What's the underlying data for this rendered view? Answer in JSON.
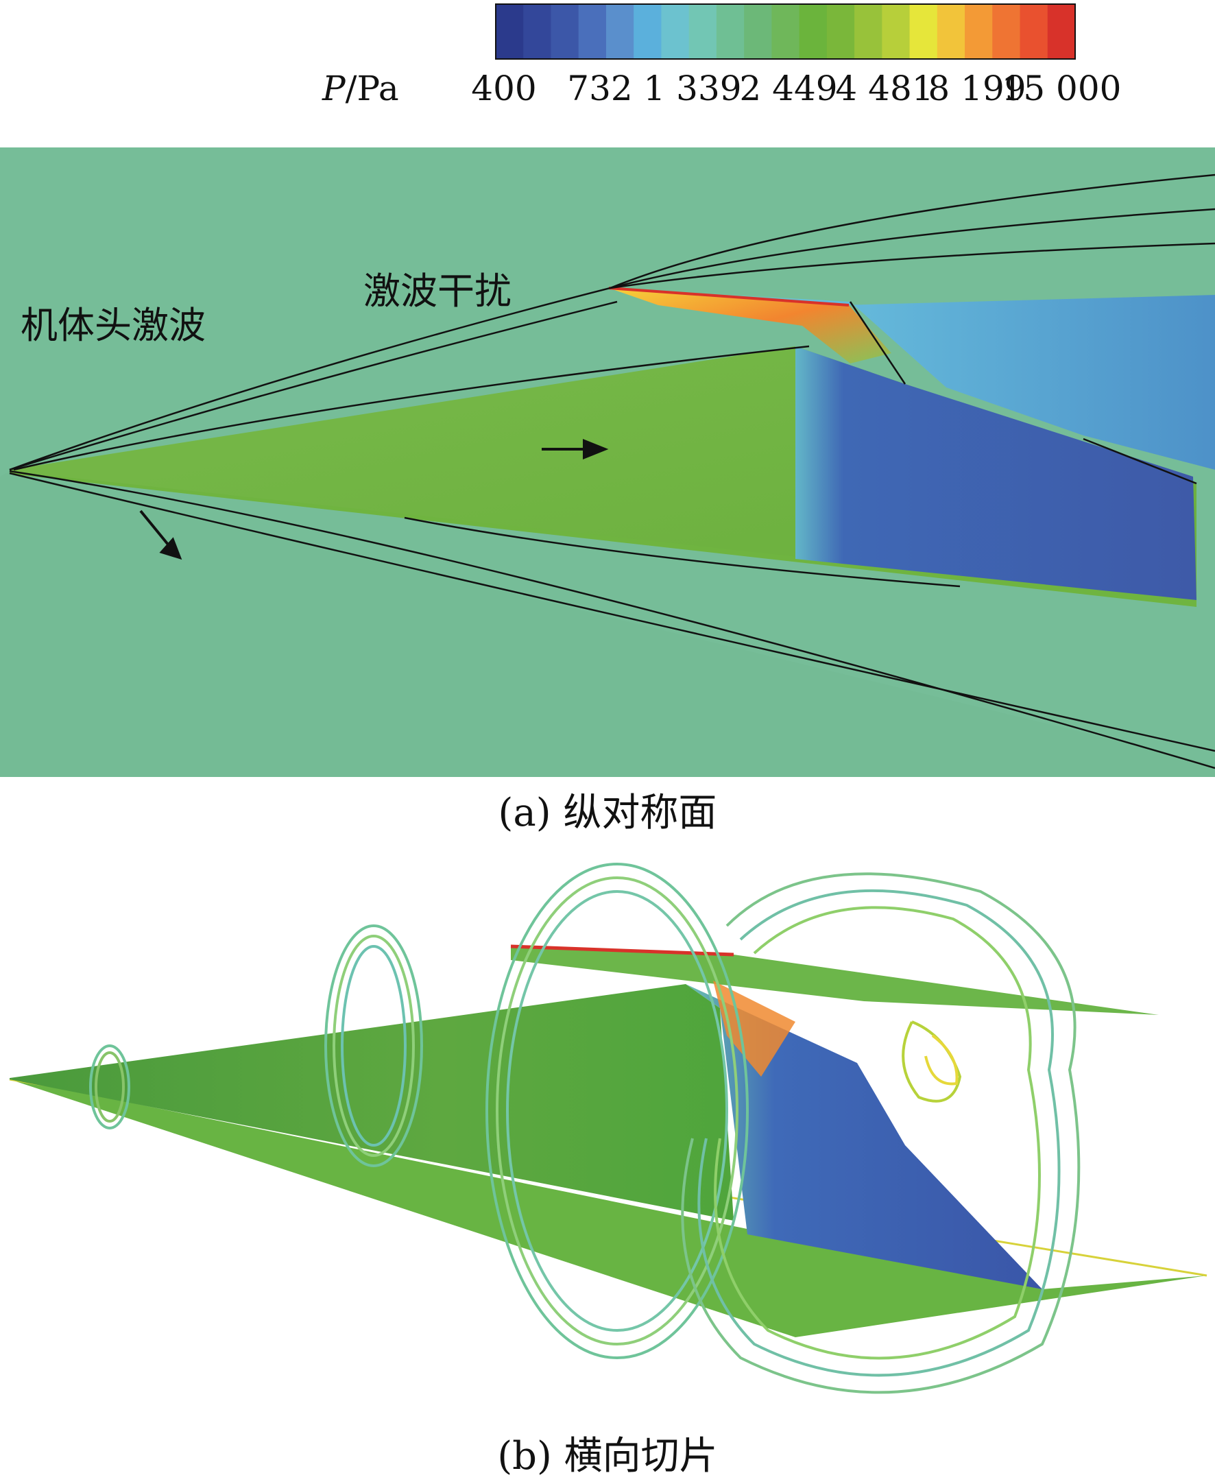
{
  "legend": {
    "title_var": "P",
    "title_unit": "/Pa",
    "tick_labels": [
      "400",
      "732",
      "1 339",
      "2 449",
      "4 481",
      "8 199",
      "15 000"
    ],
    "colors": [
      "#2b3a8c",
      "#33479a",
      "#3c57a8",
      "#4a6fbb",
      "#5a8fcc",
      "#5bb0dc",
      "#6cc2cf",
      "#72c6b4",
      "#6fbf94",
      "#6cb878",
      "#6fb75a",
      "#6bb43c",
      "#7ab73a",
      "#98c23a",
      "#b7cf3a",
      "#e6e63a",
      "#f2c43a",
      "#f39a36",
      "#ef7433",
      "#e9512f",
      "#d8322a"
    ]
  },
  "panel_a": {
    "caption": "(a) 纵对称面",
    "callout_nose": "机体头激波",
    "callout_interference": "激波干扰",
    "colors": {
      "freestream": "#76bd98",
      "body": "#72b43e",
      "expansion": "#3f5fb0",
      "wing": "#64b7e0",
      "hot": "#f06a2e"
    }
  },
  "panel_b": {
    "caption": "(b) 横向切片"
  }
}
